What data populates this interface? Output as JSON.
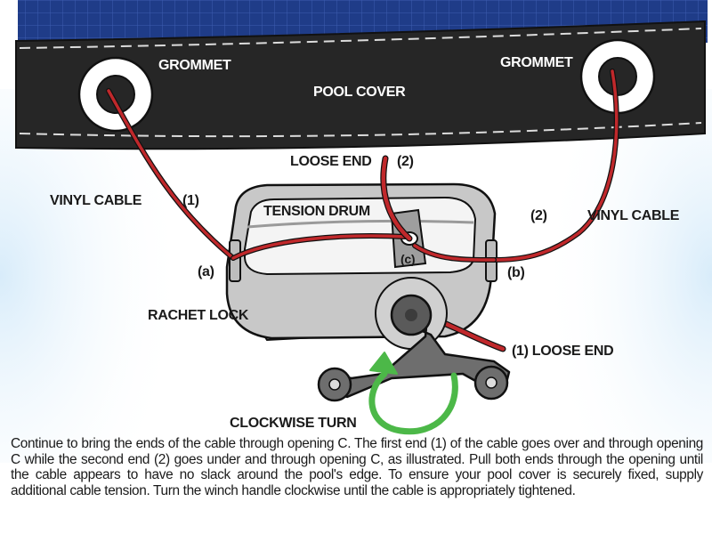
{
  "labels": {
    "grommet_left": "GROMMET",
    "grommet_right": "GROMMET",
    "pool_cover": "POOL COVER",
    "loose_end_top": "LOOSE END",
    "loose_end_top_num": "(2)",
    "vinyl_cable_left": "VINYL CABLE",
    "vinyl_cable_left_num": "(1)",
    "vinyl_cable_right_num": "(2)",
    "vinyl_cable_right": "VINYL CABLE",
    "tension_drum": "TENSION DRUM",
    "opening_c": "(c)",
    "opening_a": "(a)",
    "opening_b": "(b)",
    "rachet_lock": "RACHET LOCK",
    "loose_end_bottom": "(1) LOOSE END",
    "clockwise_turn": "CLOCKWISE TURN"
  },
  "caption": "Continue to bring the ends of the cable through opening C. The first end (1) of the cable goes over and through opening C while the second end (2) goes under and through opening C, as illustrated. Pull both ends through the opening until the cable appears to have no slack around the pool's edge. To ensure your pool cover is securely fixed, supply additional cable tension. Turn the winch handle clockwise until the cable is appropriately tightened.",
  "colors": {
    "cover_water": "#1f3c88",
    "cover_band": "#262626",
    "cable": "#c0282b",
    "drum": "#c8c8c8",
    "arrow": "#4cb848",
    "background_glow": "#d8ecfa"
  },
  "icons": [
    "grommet-icon",
    "tension-drum-icon",
    "ratchet-lock-icon",
    "winch-handle-icon",
    "clockwise-arrow-icon"
  ]
}
